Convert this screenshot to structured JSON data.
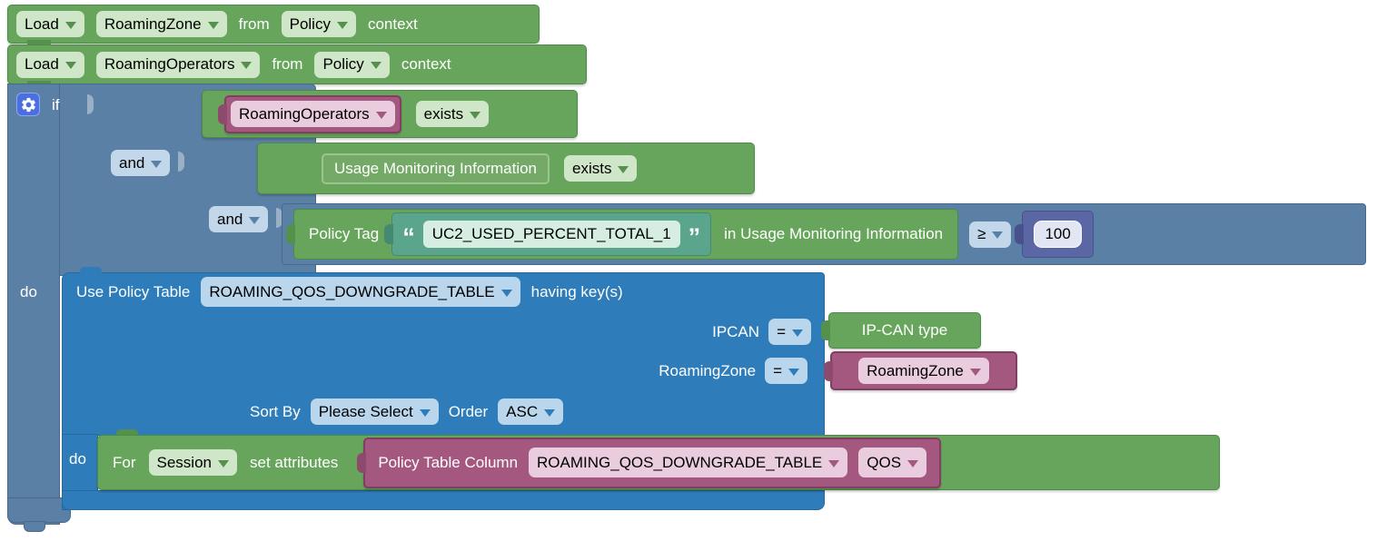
{
  "colors": {
    "green_block": "#68a55c",
    "green_dropdown_bg": "#cfe7c8",
    "steel_blue_block": "#5b80a5",
    "steel_dropdown_bg": "#c2d8ea",
    "bright_blue_block": "#2e7dba",
    "bright_blue_dropdown_bg": "#b9d6ec",
    "pink_block": "#a5587f",
    "pink_dropdown_bg": "#e9cdde",
    "teal_block": "#5aa58b",
    "teal_field_bg": "#d5eee1",
    "indigo_block": "#5b67a5",
    "indigo_field_bg": "#e2e5f4",
    "gear_icon_bg": "#4a6fe0"
  },
  "load1": {
    "verb": "Load",
    "variable": "RoamingZone",
    "from": "from",
    "source": "Policy",
    "context": "context"
  },
  "load2": {
    "verb": "Load",
    "variable": "RoamingOperators",
    "from": "from",
    "source": "Policy",
    "context": "context"
  },
  "if_block": {
    "if": "if",
    "do": "do",
    "and1": "and",
    "and2": "and",
    "cond1": {
      "variable": "RoamingOperators",
      "exists": "exists"
    },
    "cond2": {
      "field": "Usage Monitoring Information",
      "exists": "exists"
    },
    "cond3": {
      "label": "Policy Tag",
      "open_quote": "“",
      "value": "UC2_USED_PERCENT_TOTAL_1",
      "close_quote": "”",
      "in_label": "in Usage Monitoring Information",
      "operator": "≥",
      "threshold": "100"
    }
  },
  "policy_table": {
    "use_label": "Use Policy Table",
    "table_name": "ROAMING_QOS_DOWNGRADE_TABLE",
    "having_label": "having key(s)",
    "key_ipcan": {
      "name": "IPCAN",
      "op": "=",
      "value": "IP-CAN type"
    },
    "key_roamingzone": {
      "name": "RoamingZone",
      "op": "=",
      "value": "RoamingZone"
    },
    "sort_by_label": "Sort By",
    "sort_by_value": "Please Select",
    "order_label": "Order",
    "order_value": "ASC",
    "do": "do"
  },
  "for_block": {
    "for": "For",
    "target": "Session",
    "set_label": "set attributes",
    "column_block": {
      "label": "Policy Table Column",
      "table": "ROAMING_QOS_DOWNGRADE_TABLE",
      "column": "QOS"
    }
  }
}
